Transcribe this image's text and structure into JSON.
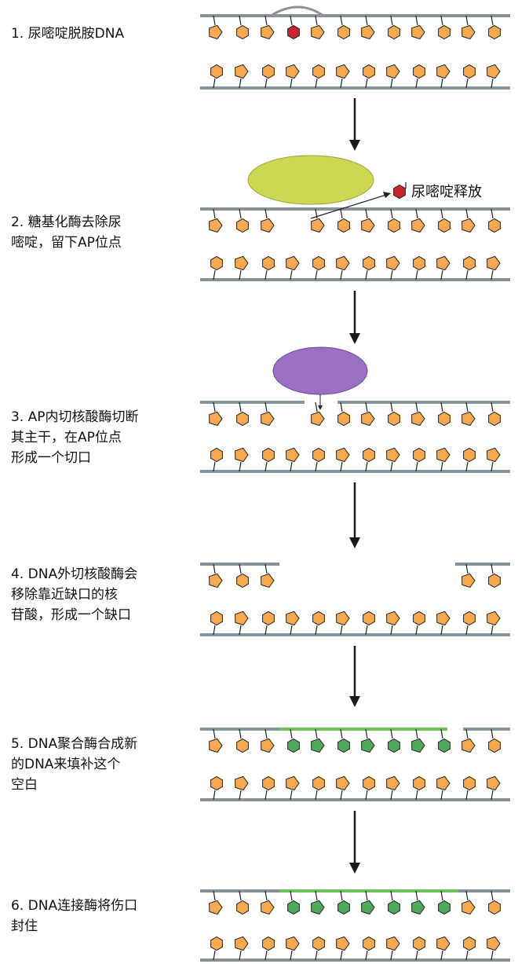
{
  "steps": [
    {
      "number": "1.",
      "text": "尿嘧啶脱胺DNA"
    },
    {
      "number": "2.",
      "text": "糖基化酶去除尿\n嘧啶，留下AP位点"
    },
    {
      "number": "3.",
      "text": "AP内切核酸酶切断\n其主干，在AP位点\n形成一个切口"
    },
    {
      "number": "4.",
      "text": "DNA外切核酸酶会\n移除靠近缺口的核\n苷酸，形成一个缺口"
    },
    {
      "number": "5.",
      "text": "DNA聚合酶合成新\n的DNA来填补这个\n空白"
    },
    {
      "number": "6.",
      "text": "DNA连接酶将伤口\n封住"
    }
  ],
  "release_label": "尿嘧啶释放",
  "colors": {
    "backbone": "#8a9299",
    "original_nucleotide": "#f6a94e",
    "new_nucleotide": "#4daa5c",
    "uracil": "#c8242b",
    "new_backbone": "#6cc35a",
    "glycosylase": "#cdd653",
    "endonuclease": "#9b6fc4",
    "arrow": "#1a1a1a"
  }
}
